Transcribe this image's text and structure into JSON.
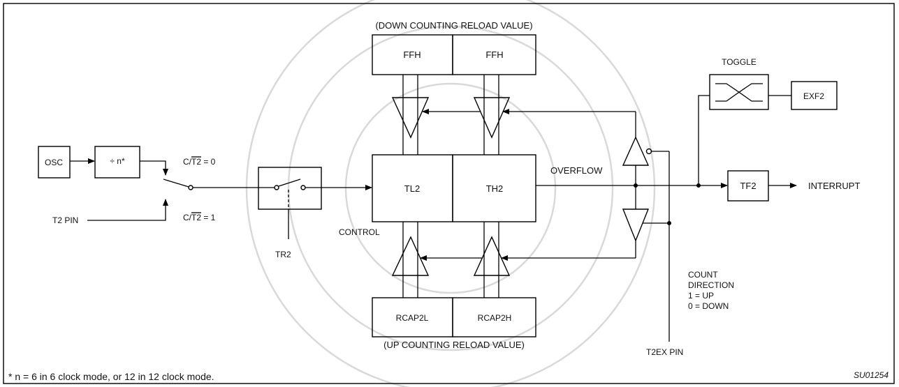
{
  "diagram": {
    "down_reload_label": "(DOWN COUNTING RELOAD VALUE)",
    "up_reload_label": "(UP COUNTING RELOAD VALUE)",
    "ffh_low": "FFH",
    "ffh_high": "FFH",
    "tl2": "TL2",
    "th2": "TH2",
    "rcap2l": "RCAP2L",
    "rcap2h": "RCAP2H",
    "osc": "OSC",
    "divider": "÷ n*",
    "ct2_0": "C/T2 = 0",
    "ct2_1": "C/T2 = 1",
    "t2_pin": "T2 PIN",
    "control": "CONTROL",
    "tr2": "TR2",
    "overflow": "OVERFLOW",
    "toggle": "TOGGLE",
    "exf2": "EXF2",
    "tf2": "TF2",
    "interrupt": "INTERRUPT",
    "count_direction": [
      "COUNT",
      "DIRECTION",
      "1 = UP",
      "0 = DOWN"
    ],
    "t2ex_pin": "T2EX PIN",
    "footnote": "* n = 6 in 6 clock mode, or 12 in 12 clock mode.",
    "figure_id": "SU01254"
  },
  "colors": {
    "line": "#000000",
    "watermark": "#d9d9d9"
  }
}
